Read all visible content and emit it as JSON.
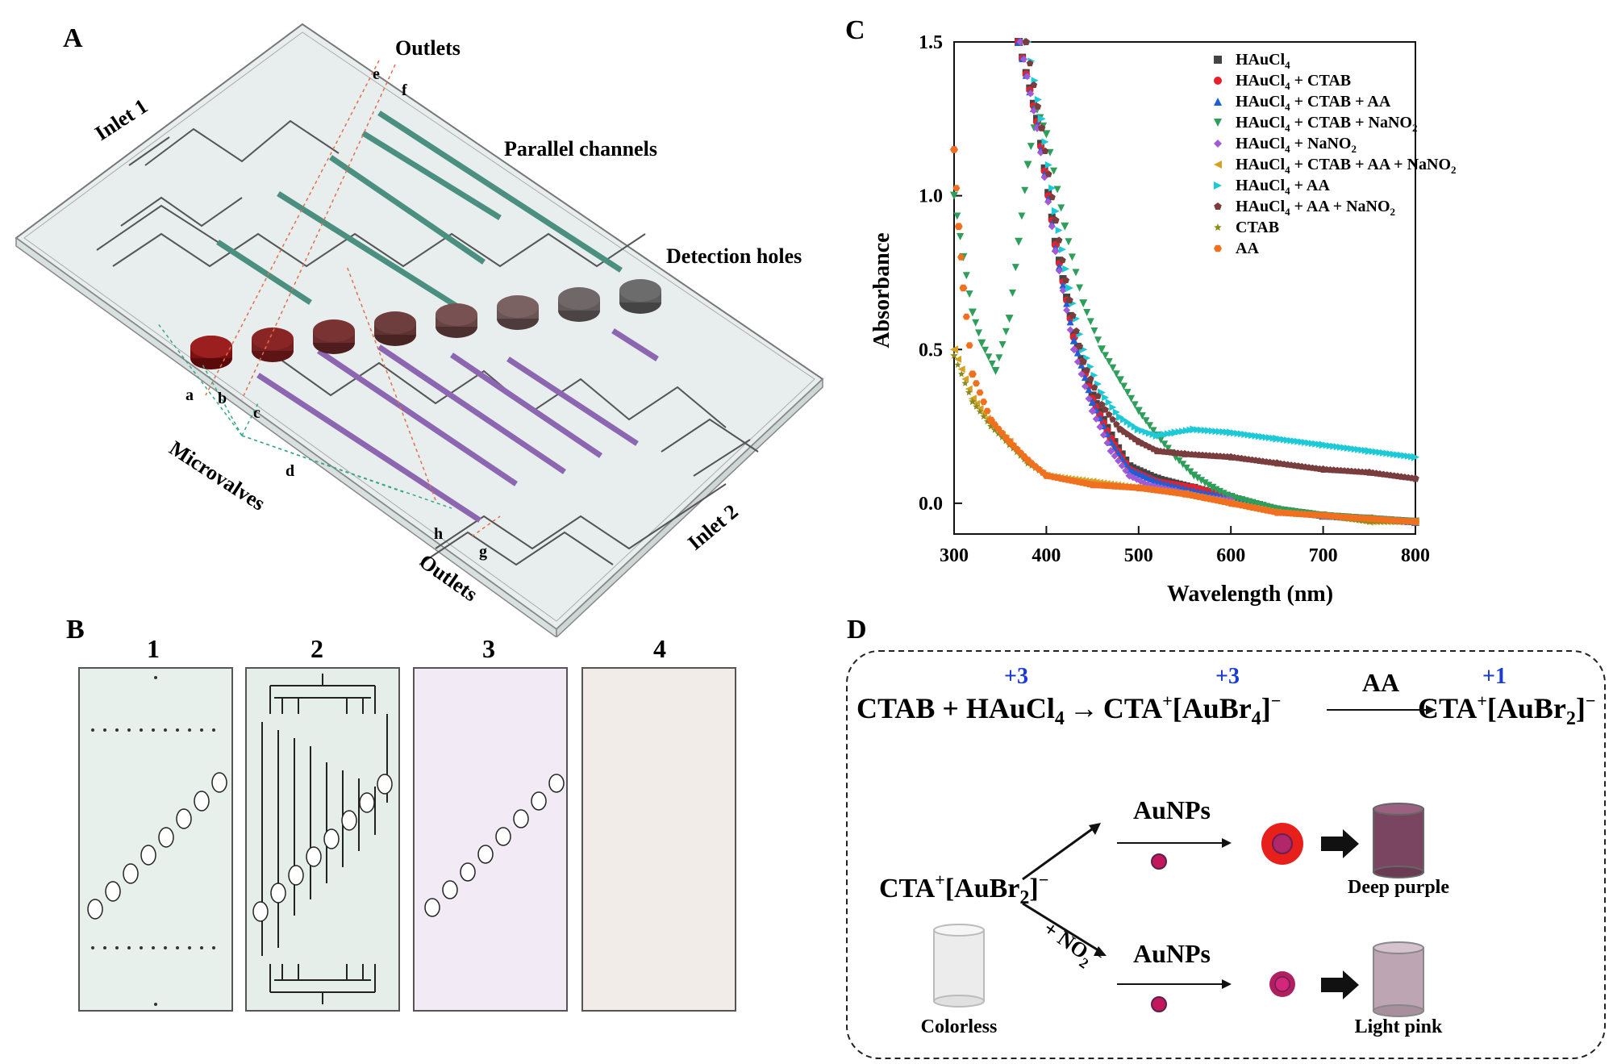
{
  "panels": {
    "a": "A",
    "b": "B",
    "c": "C",
    "d": "D"
  },
  "panel_a": {
    "outlets_top": "Outlets",
    "outlets_bottom": "Outlets",
    "inlet1": "Inlet 1",
    "inlet2": "Inlet 2",
    "parallel_channels": "Parallel channels",
    "detection_holes": "Detection holes",
    "microvalves": "Microvalves",
    "points": [
      "a",
      "b",
      "c",
      "d",
      "e",
      "f",
      "g",
      "h"
    ]
  },
  "panel_b": {
    "layers": [
      "1",
      "2",
      "3",
      "4"
    ]
  },
  "chart_data": {
    "type": "scatter",
    "xlabel": "Wavelength (nm)",
    "ylabel": "Absorbance",
    "xlim": [
      300,
      800
    ],
    "ylim": [
      -0.1,
      1.5
    ],
    "xticks": [
      "300",
      "400",
      "500",
      "600",
      "700",
      "800"
    ],
    "yticks": [
      "0.0",
      "0.5",
      "1.0",
      "1.5"
    ],
    "legend_position": "top-right",
    "series": [
      {
        "name": "HAuCl4",
        "label_main": "HAuCl",
        "label_sub": "4",
        "label_tail": "",
        "marker": "square",
        "color": "#444444",
        "x": [
          370,
          390,
          410,
          430,
          450,
          470,
          490,
          520,
          560,
          600,
          650,
          700,
          750,
          800
        ],
        "y": [
          1.5,
          1.25,
          0.85,
          0.55,
          0.35,
          0.22,
          0.12,
          0.08,
          0.05,
          0.02,
          -0.02,
          -0.04,
          -0.05,
          -0.06
        ]
      },
      {
        "name": "HAuCl4 + CTAB",
        "label_main": "HAuCl",
        "label_sub": "4",
        "label_tail": " + CTAB",
        "marker": "circle",
        "color": "#e8202a",
        "x": [
          370,
          390,
          410,
          430,
          450,
          470,
          490,
          520,
          560,
          600,
          650,
          700,
          750,
          800
        ],
        "y": [
          1.5,
          1.24,
          0.84,
          0.54,
          0.34,
          0.21,
          0.11,
          0.07,
          0.05,
          0.02,
          -0.02,
          -0.04,
          -0.05,
          -0.06
        ]
      },
      {
        "name": "HAuCl4 + CTAB + AA",
        "label_main": "HAuCl",
        "label_sub": "4",
        "label_tail": " + CTAB + AA",
        "marker": "triangle-up",
        "color": "#1f5fd6",
        "x": [
          370,
          390,
          410,
          430,
          450,
          470,
          490,
          520,
          560,
          600,
          650,
          700,
          750,
          800
        ],
        "y": [
          1.5,
          1.23,
          0.83,
          0.53,
          0.33,
          0.2,
          0.11,
          0.07,
          0.04,
          0.02,
          -0.02,
          -0.04,
          -0.05,
          -0.06
        ]
      },
      {
        "name": "HAuCl4 + CTAB + NaNO2",
        "label_main": "HAuCl",
        "label_sub": "4",
        "label_tail": " + CTAB + NaNO",
        "label_tail_sub": "2",
        "marker": "triangle-down",
        "color": "#2e9e5b",
        "x": [
          300,
          310,
          320,
          330,
          345,
          360,
          370,
          380,
          390,
          400,
          420,
          440,
          460,
          480,
          500,
          520,
          540,
          560,
          580,
          600,
          650,
          700,
          750,
          800
        ],
        "y": [
          1.0,
          0.8,
          0.62,
          0.52,
          0.43,
          0.6,
          0.85,
          1.1,
          1.28,
          1.2,
          0.9,
          0.65,
          0.5,
          0.4,
          0.3,
          0.22,
          0.15,
          0.09,
          0.05,
          0.02,
          -0.02,
          -0.04,
          -0.05,
          -0.06
        ]
      },
      {
        "name": "HAuCl4 + NaNO2",
        "label_main": "HAuCl",
        "label_sub": "4",
        "label_tail": " + NaNO",
        "label_tail_sub": "2",
        "marker": "diamond",
        "color": "#a05ad8",
        "x": [
          372,
          390,
          410,
          430,
          450,
          470,
          490,
          510,
          540,
          570,
          600
        ],
        "y": [
          1.5,
          1.22,
          0.82,
          0.5,
          0.3,
          0.17,
          0.09,
          0.06,
          0.04,
          0.02,
          0.01
        ]
      },
      {
        "name": "HAuCl4 + CTAB + AA + NaNO2",
        "label_main": "HAuCl",
        "label_sub": "4",
        "label_tail": " + CTAB + AA + NaNO",
        "label_tail_sub": "2",
        "marker": "triangle-left",
        "color": "#d8a020",
        "x": [
          300,
          320,
          340,
          360,
          380,
          400,
          450,
          500,
          550,
          600,
          650,
          700,
          750,
          800
        ],
        "y": [
          0.5,
          0.34,
          0.26,
          0.2,
          0.13,
          0.09,
          0.07,
          0.05,
          0.03,
          0.0,
          -0.03,
          -0.04,
          -0.06,
          -0.06
        ]
      },
      {
        "name": "HAuCl4 + AA",
        "label_main": "HAuCl",
        "label_sub": "4",
        "label_tail": " + AA",
        "marker": "triangle-right",
        "color": "#1cc9d6",
        "x": [
          380,
          395,
          410,
          425,
          440,
          460,
          480,
          500,
          520,
          540,
          560,
          600,
          650,
          700,
          750,
          800
        ],
        "y": [
          1.5,
          1.25,
          0.95,
          0.7,
          0.5,
          0.36,
          0.28,
          0.24,
          0.22,
          0.23,
          0.24,
          0.23,
          0.21,
          0.19,
          0.17,
          0.15
        ]
      },
      {
        "name": "HAuCl4 + AA + NaNO2",
        "label_main": "HAuCl",
        "label_sub": "4",
        "label_tail": " + AA + NaNO",
        "label_tail_sub": "2",
        "marker": "pentagon",
        "color": "#7a3d3d",
        "x": [
          378,
          395,
          410,
          425,
          440,
          460,
          480,
          500,
          520,
          550,
          600,
          650,
          700,
          750,
          800
        ],
        "y": [
          1.5,
          1.22,
          0.92,
          0.66,
          0.46,
          0.32,
          0.24,
          0.2,
          0.17,
          0.16,
          0.15,
          0.13,
          0.11,
          0.1,
          0.08
        ]
      },
      {
        "name": "CTAB",
        "label_main": "CTAB",
        "label_sub": "",
        "label_tail": "",
        "marker": "star",
        "color": "#8a8a1e",
        "x": [
          300,
          320,
          340,
          360,
          380,
          400,
          450,
          500,
          550,
          600,
          650,
          700,
          750,
          800
        ],
        "y": [
          0.48,
          0.33,
          0.25,
          0.19,
          0.13,
          0.09,
          0.06,
          0.05,
          0.03,
          0.0,
          -0.03,
          -0.04,
          -0.06,
          -0.06
        ]
      },
      {
        "name": "AA",
        "label_main": "AA",
        "label_sub": "",
        "label_tail": "",
        "marker": "hexagon",
        "color": "#f07020",
        "x": [
          300,
          305,
          310,
          320,
          340,
          360,
          380,
          400,
          450,
          500,
          550,
          600,
          650,
          700,
          750,
          800
        ],
        "y": [
          1.15,
          0.9,
          0.7,
          0.42,
          0.27,
          0.2,
          0.14,
          0.09,
          0.06,
          0.05,
          0.03,
          0.0,
          -0.03,
          -0.04,
          -0.05,
          -0.06
        ]
      }
    ]
  },
  "panel_d": {
    "ox1": "+3",
    "ox2": "+3",
    "ox3": "+1",
    "eq_ctab_hau": "CTAB + HAuCl",
    "sub4": "4",
    "arrow1": "→",
    "cta1": "CTA",
    "plus": "+",
    "aubr4": "[AuBr",
    "close_minus": "]",
    "minus": "−",
    "aa": "AA",
    "cta2": "CTA",
    "aubr2": "[AuBr",
    "sub2": "2",
    "mid_cta": "CTA",
    "mid_aubr2": "[AuBr",
    "aunps_top": "AuNPs",
    "aunps_bottom": "AuNPs",
    "no2_label": "+ NO",
    "deep_purple": "Deep purple",
    "light_pink": "Light pink",
    "colorless": "Colorless"
  }
}
